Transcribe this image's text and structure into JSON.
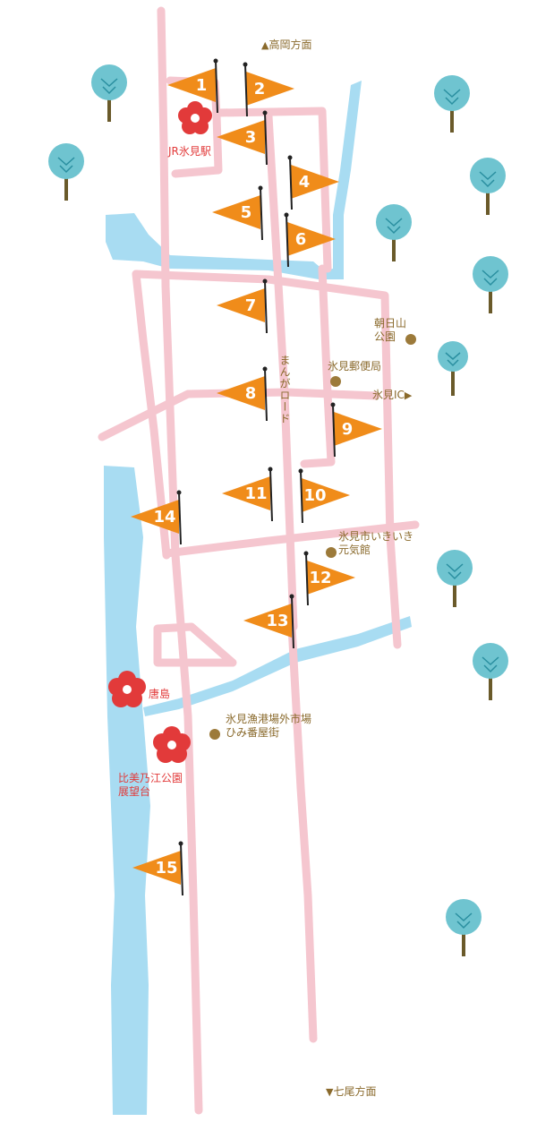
{
  "map": {
    "colors": {
      "road": "#f5c6cf",
      "river": "#a8dcf2",
      "flag": "#f08c1a",
      "pole": "#222222",
      "poi": "#9c7a3a",
      "flower": "#e23a3a",
      "tree": "#6fc4d0",
      "trunk": "#6a5a2a"
    },
    "icons": [
      "flag-icon",
      "flower-icon",
      "tree-icon",
      "dot-icon",
      "triangle-icon"
    ],
    "flags": [
      {
        "num": "1",
        "dir": "left"
      },
      {
        "num": "2",
        "dir": "right"
      },
      {
        "num": "3",
        "dir": "left"
      },
      {
        "num": "4",
        "dir": "right"
      },
      {
        "num": "5",
        "dir": "left"
      },
      {
        "num": "6",
        "dir": "right"
      },
      {
        "num": "7",
        "dir": "left"
      },
      {
        "num": "8",
        "dir": "left"
      },
      {
        "num": "9",
        "dir": "right"
      },
      {
        "num": "10",
        "dir": "right"
      },
      {
        "num": "11",
        "dir": "left"
      },
      {
        "num": "12",
        "dir": "right"
      },
      {
        "num": "13",
        "dir": "left"
      },
      {
        "num": "14",
        "dir": "left"
      },
      {
        "num": "15",
        "dir": "left"
      }
    ],
    "labels": {
      "north": "高岡方面",
      "south": "七尾方面",
      "station": "JR氷見駅",
      "asahiyama": "朝日山",
      "asahiyama2": "公園",
      "post": "氷見郵便局",
      "ic": "氷見IC",
      "ikiiki": "氷見市いきいき",
      "ikiiki2": "元気館",
      "fishmarket": "氷見漁港場外市場",
      "fishmarket2": "ひみ番屋街",
      "karashima": "唐島",
      "park": "比美乃江公園",
      "park2": "展望台",
      "road": "まんがロード"
    }
  }
}
